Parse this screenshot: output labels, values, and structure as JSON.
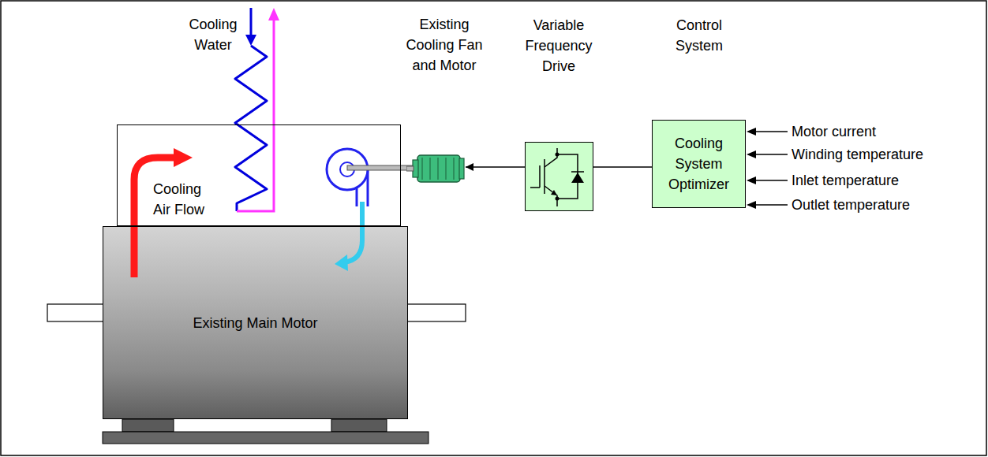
{
  "diagram": {
    "nodes": [
      {
        "text": [
          "Cooling Air Flow"
        ]
      },
      {
        "text": [
          "Existing Cooling Fan and Motor"
        ]
      },
      {
        "text": [
          "Variable Frequency Drive"
        ]
      },
      {
        "text": [
          "Control System",
          "Cooling System Optimizer"
        ]
      },
      {
        "text": [
          "Existing Main Motor"
        ]
      }
    ],
    "edges": [
      {
        "from": 3,
        "to": 2,
        "arrow": "none"
      },
      {
        "from": 2,
        "to": 1,
        "arrow": "to"
      }
    ],
    "labels": [
      "Cooling Water",
      "Motor current",
      "Winding temperature",
      "Inlet temperature",
      "Outlet temperature"
    ]
  }
}
